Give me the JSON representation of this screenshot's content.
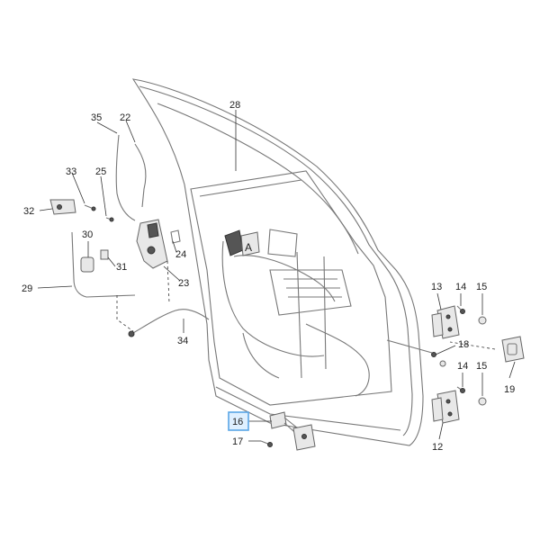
{
  "diagram": {
    "callouts": [
      "28",
      "35",
      "22",
      "33",
      "25",
      "32",
      "30",
      "24",
      "31",
      "23",
      "29",
      "34",
      "13",
      "14",
      "15",
      "18",
      "19",
      "14",
      "15",
      "16",
      "17",
      "12"
    ],
    "highlighted_callout": "16",
    "panel_letter": "A",
    "colors": {
      "line": "#777777",
      "highlight_fill": "#dff0ff",
      "highlight_stroke": "#5aa6e6"
    }
  }
}
